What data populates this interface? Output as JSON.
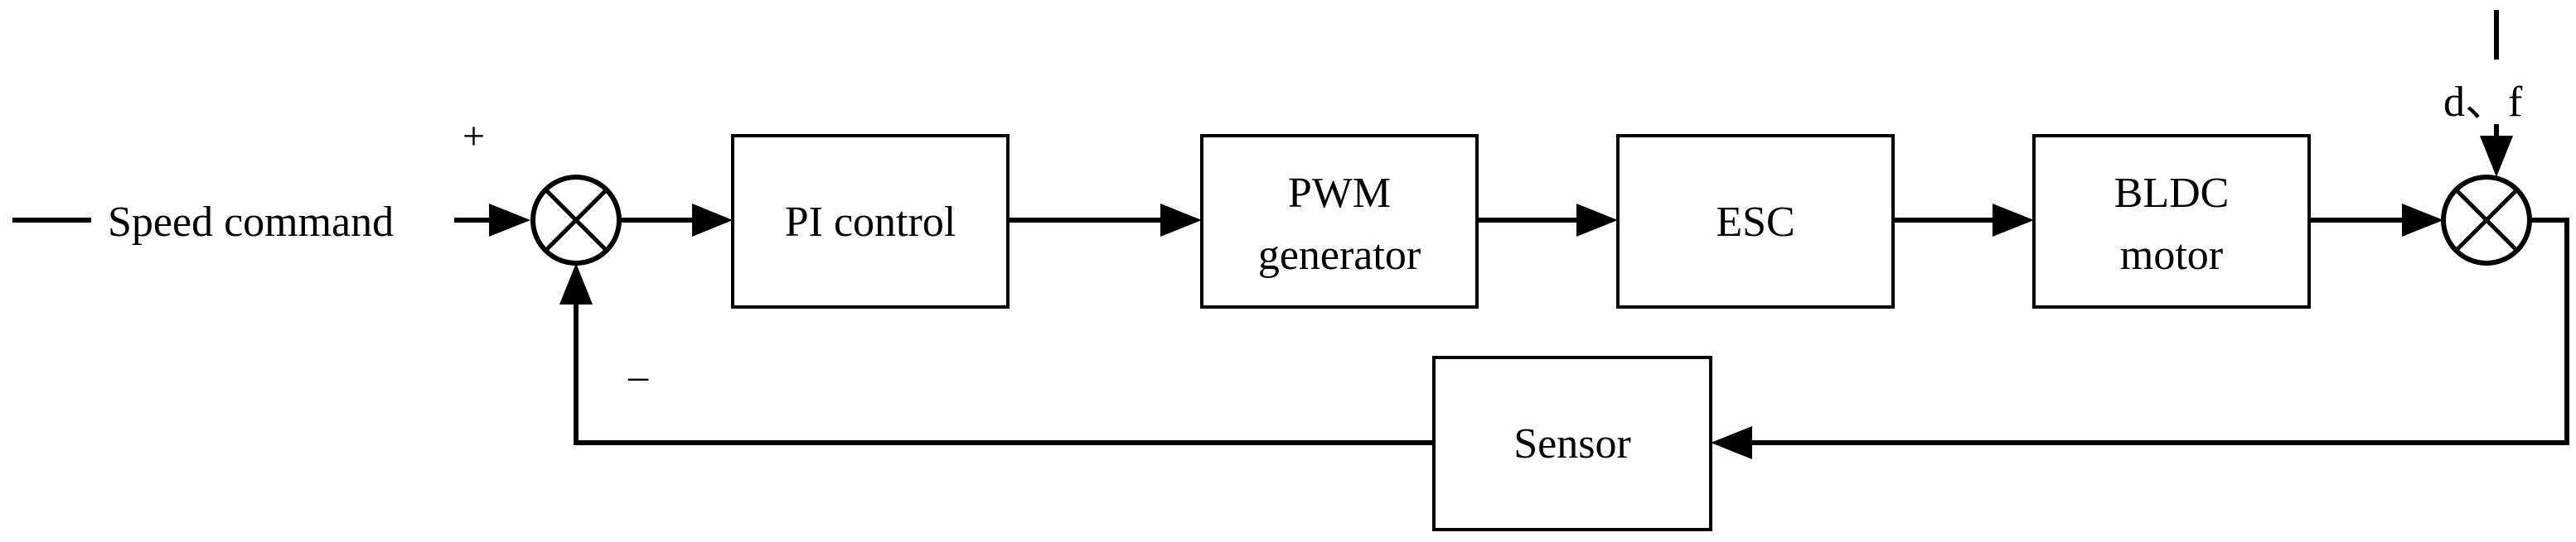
{
  "blocks": {
    "pi": "PI control",
    "pwm_line1": "PWM",
    "pwm_line2": "generator",
    "esc": "ESC",
    "bldc_line1": "BLDC",
    "bldc_line2": "motor",
    "sensor": "Sensor"
  },
  "signals": {
    "input": "Speed command",
    "plus": "+",
    "minus": "–",
    "disturbance": "d、f"
  }
}
